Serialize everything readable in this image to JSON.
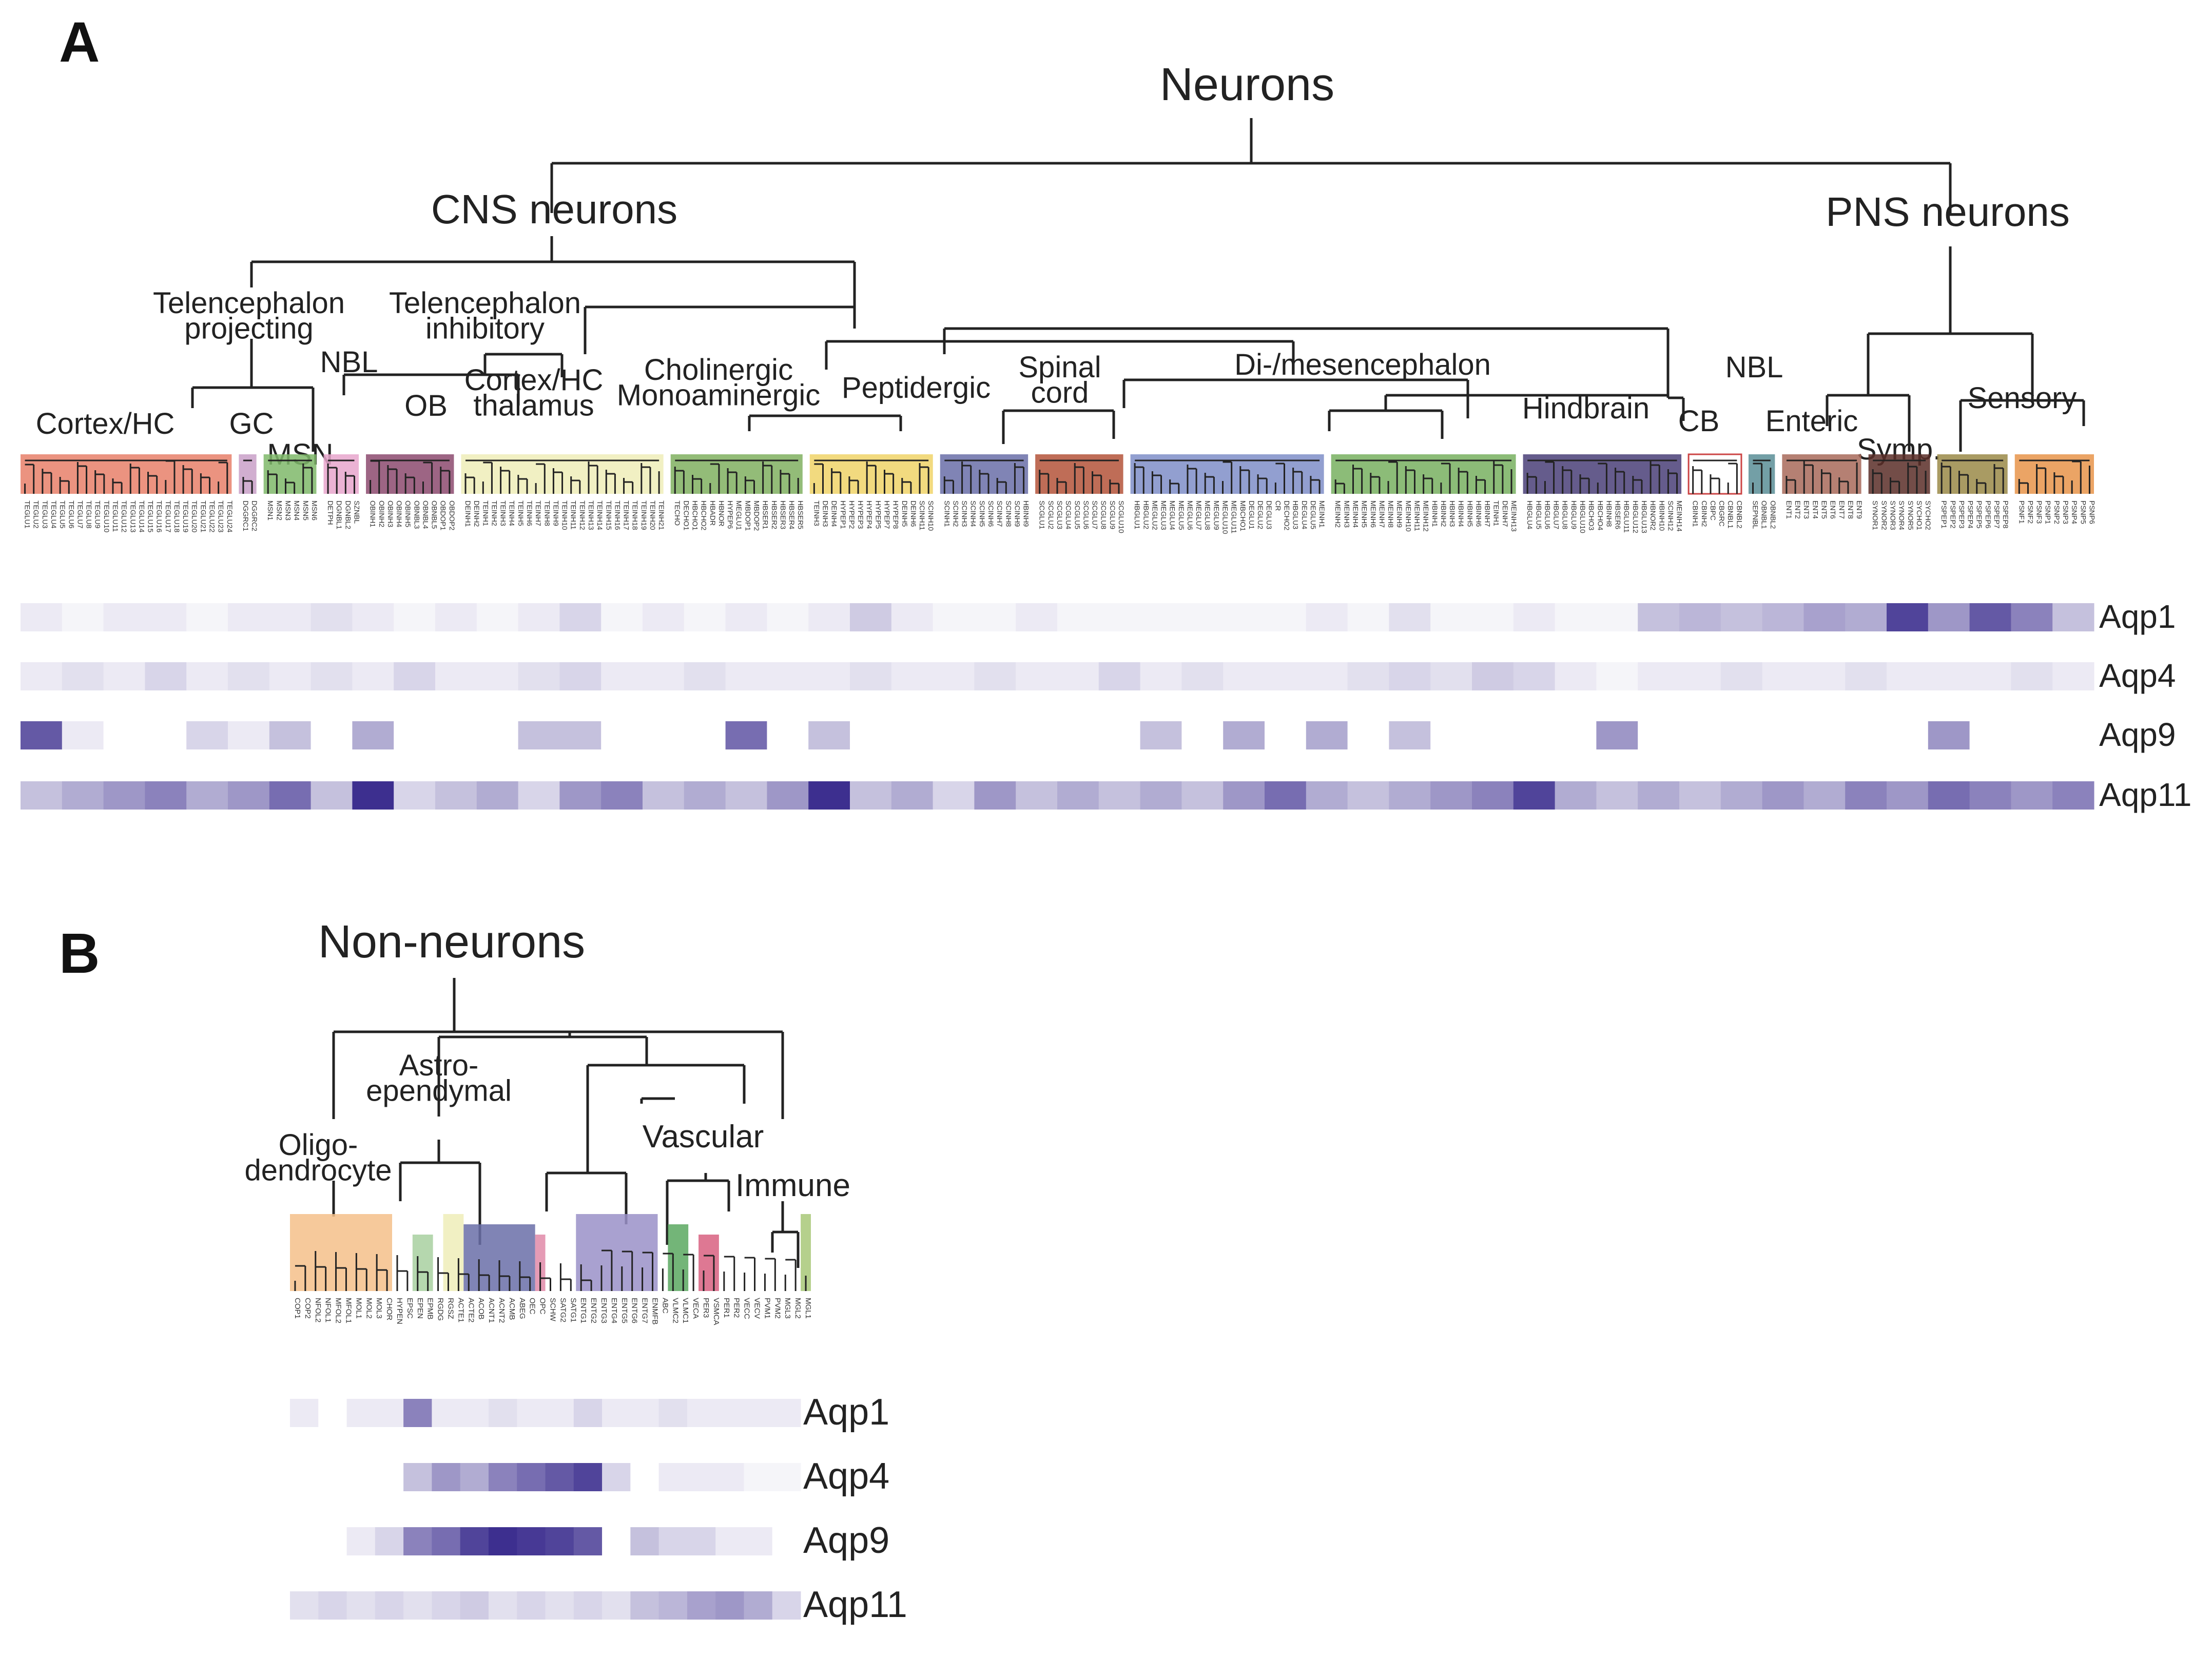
{
  "panels": {
    "a": "A",
    "b": "B"
  },
  "neurons": {
    "root": "Neurons",
    "cns": "CNS neurons",
    "pns": "PNS neurons",
    "groups": [
      {
        "key": "tel_proj",
        "label": "Telencephalon\nprojecting"
      },
      {
        "key": "tel_inh",
        "label": "Telencephalon\ninhibitory"
      },
      {
        "key": "nbl1",
        "label": "NBL"
      },
      {
        "key": "cortex_hc",
        "label": "Cortex/HC"
      },
      {
        "key": "gc",
        "label": "GC"
      },
      {
        "key": "msn",
        "label": "MSN"
      },
      {
        "key": "ob",
        "label": "OB"
      },
      {
        "key": "cortex_thal",
        "label": "Cortex/HC\nthalamus"
      },
      {
        "key": "chol",
        "label": "Cholinergic\nMonoaminergic"
      },
      {
        "key": "pept",
        "label": "Peptidergic"
      },
      {
        "key": "spinal",
        "label": "Spinal\ncord"
      },
      {
        "key": "dimes",
        "label": "Di-/mesencephalon"
      },
      {
        "key": "hind",
        "label": "Hindbrain"
      },
      {
        "key": "cb",
        "label": "CB"
      },
      {
        "key": "nbl2",
        "label": "NBL"
      },
      {
        "key": "enteric",
        "label": "Enteric"
      },
      {
        "key": "symp",
        "label": "Symp."
      },
      {
        "key": "sensory",
        "label": "Sensory"
      }
    ],
    "clusters": [
      {
        "key": "cortex_hc",
        "color": "#e8806a",
        "leaves": [
          "TEGLU1",
          "TEGLU2",
          "TEGLU3",
          "TEGLU4",
          "TEGLU5",
          "TEGLU6",
          "TEGLU7",
          "TEGLU8",
          "TEGLU9",
          "TEGLU10",
          "TEGLU11",
          "TEGLU12",
          "TEGLU13",
          "TEGLU14",
          "TEGLU15",
          "TEGLU16",
          "TEGLU17",
          "TEGLU18",
          "TEGLU19",
          "TEGLU20",
          "TEGLU21",
          "TEGLU22",
          "TEGLU23",
          "TEGLU24"
        ]
      },
      {
        "key": "gc",
        "color": "#c9a0c8",
        "leaves": [
          "DGGRC1",
          "DGGRC2"
        ]
      },
      {
        "key": "msn",
        "color": "#7fb86a",
        "leaves": [
          "MSN1",
          "MSN2",
          "MSN3",
          "MSN4",
          "MSN5",
          "MSN6"
        ]
      },
      {
        "key": "nbl1",
        "color": "#e8a6cc",
        "leaves": [
          "DETPH",
          "DGNBL1",
          "DGNBL2",
          "SZNBL"
        ]
      },
      {
        "key": "ob",
        "color": "#8c4a6e",
        "leaves": [
          "OBINH1",
          "OBINH2",
          "OBINH3",
          "OBINH4",
          "OBINH5",
          "OBNBL3",
          "OBNBL4",
          "OBNBL5",
          "OBDOP1",
          "OBDOP2"
        ]
      },
      {
        "key": "cortex_thal",
        "color": "#eeedb8",
        "leaves": [
          "DEINH1",
          "DEINH2",
          "TEINH1",
          "TEINH2",
          "TEINH3",
          "TEINH4",
          "TEINH5",
          "TEINH6",
          "TEINH7",
          "TEINH8",
          "TEINH9",
          "TEINH10",
          "TEINH11",
          "TEINH12",
          "TEINH13",
          "TEINH14",
          "TEINH15",
          "TEINH16",
          "TEINH17",
          "TEINH18",
          "TEINH19",
          "TEINH20",
          "TEINH21"
        ]
      },
      {
        "key": "chol",
        "color": "#80b060",
        "leaves": [
          "TECHO",
          "DECHO1",
          "HBCHO1",
          "HBCHO2",
          "HBADR",
          "HBNOR",
          "HYPEP6",
          "MEGLU1",
          "MBDOP1",
          "MBDOP2",
          "HBSER1",
          "HBSER2",
          "HBSER3",
          "HBSER4",
          "HBSER5"
        ]
      },
      {
        "key": "pept",
        "color": "#f0d468",
        "leaves": [
          "TEINH3",
          "DEINH3",
          "DEINH4",
          "HYPEP1",
          "HYPEP2",
          "HYPEP3",
          "HYPEP4",
          "HYPEP5",
          "HYPEP7",
          "HYPEP8",
          "DEINH5",
          "DEINH6",
          "SCINH11",
          "SCINH10"
        ]
      },
      {
        "key": "spinal1",
        "color": "#6a6ea8",
        "leaves": [
          "SCINH1",
          "SCINH2",
          "SCINH3",
          "SCINH4",
          "SCINH5",
          "SCINH6",
          "SCINH7",
          "SCINH8",
          "SCINH9",
          "HBINH9"
        ]
      },
      {
        "key": "spinal2",
        "color": "#b4543a",
        "leaves": [
          "SCGLU1",
          "SCGLU2",
          "SCGLU3",
          "SCGLU4",
          "SCGLU5",
          "SCGLU6",
          "SCGLU7",
          "SCGLU8",
          "SCGLU9",
          "SCGLU10"
        ]
      },
      {
        "key": "dimes1",
        "color": "#7f8ec8",
        "leaves": [
          "HBGLU1",
          "HBGLU2",
          "MEGLU2",
          "MEGLU3",
          "MEGLU4",
          "MEGLU5",
          "MEGLU6",
          "MEGLU7",
          "MEGLU8",
          "MEGLU9",
          "MEGLU10",
          "MEGLU11",
          "MBCHO1",
          "DEGLU1",
          "DEGLU2",
          "DEGLU3",
          "CR",
          "DECHO2",
          "HBGLU3",
          "DEGLU4",
          "DEGLU5",
          "MEINH1"
        ]
      },
      {
        "key": "dimes2",
        "color": "#78b060",
        "leaves": [
          "MEINH2",
          "MEINH3",
          "MEINH4",
          "MEINH5",
          "MEINH6",
          "MEINH7",
          "MEINH8",
          "MEINH9",
          "MEINH10",
          "MEINH11",
          "MEINH12",
          "HBINH1",
          "HBINH2",
          "HBINH3",
          "HBINH4",
          "HBINH5",
          "HBINH6",
          "HBINH7",
          "TEINH1",
          "DEINH7",
          "MEINH13"
        ]
      },
      {
        "key": "hind",
        "color": "#4a3f78",
        "leaves": [
          "HBGLU4",
          "HBGLU5",
          "HBGLU6",
          "HBGLU7",
          "HBGLU8",
          "HBGLU9",
          "HBGLU10",
          "HBCHO3",
          "HBCHO4",
          "HBINH8",
          "HBSER6",
          "HBGLU11",
          "HBGLU12",
          "HBGLU13",
          "HBNOR2",
          "HBINH10",
          "SCINH12",
          "MEINH14"
        ]
      },
      {
        "key": "cb",
        "color": "#ffffff",
        "leaves": [
          "CBINH1",
          "CBINH2",
          "CBPC",
          "CBGRC",
          "CBNBL1",
          "CBNBL2"
        ]
      },
      {
        "key": "nbl2",
        "color": "#5a8e96",
        "leaves": [
          "SEPNBL",
          "OBNBL1",
          "OBNBL2"
        ]
      },
      {
        "key": "enteric",
        "color": "#a86a5a",
        "leaves": [
          "ENT1",
          "ENT2",
          "ENT3",
          "ENT4",
          "ENT5",
          "ENT6",
          "ENT7",
          "ENT8",
          "ENT9"
        ]
      },
      {
        "key": "symp",
        "color": "#5a2e28",
        "leaves": [
          "SYNOR1",
          "SYNOR2",
          "SYNOR3",
          "SYNOR4",
          "SYNOR5",
          "SYCHO1",
          "SYCHO2"
        ]
      },
      {
        "key": "sensory1",
        "color": "#9a8a48",
        "leaves": [
          "PSPEP1",
          "PSPEP2",
          "PSPEP3",
          "PSPEP4",
          "PSPEP5",
          "PSPEP6",
          "PSPEP7",
          "PSPEP8"
        ]
      },
      {
        "key": "sensory2",
        "color": "#e8944a",
        "leaves": [
          "PSNF1",
          "PSNF2",
          "PSNF3",
          "PSNP1",
          "PSNP2",
          "PSNP3",
          "PSNP4",
          "PSNP5",
          "PSNP6"
        ]
      }
    ],
    "genes": [
      "Aqp1",
      "Aqp4",
      "Aqp9",
      "Aqp11"
    ],
    "heatmap_color": "#3d2f8f"
  },
  "nonneurons": {
    "root": "Non-neurons",
    "groups": [
      {
        "key": "oligo",
        "label": "Oligo-\ndendrocyte"
      },
      {
        "key": "astro",
        "label": "Astro-\nependymal"
      },
      {
        "key": "vascular",
        "label": "Vascular"
      },
      {
        "key": "immune",
        "label": "Immune"
      }
    ],
    "leaves": [
      "COP1",
      "COP2",
      "NFOL2",
      "NFOL1",
      "MFOL2",
      "MFOL1",
      "MOL1",
      "MOL2",
      "MOL3",
      "CHOR",
      "HYPEN",
      "EPSC",
      "EPEN",
      "EPMB",
      "RGDG",
      "RGSZ",
      "ACTE1",
      "ACTE2",
      "ACOB",
      "ACNT1",
      "ACNT2",
      "ACMB",
      "ABEG",
      "OEC",
      "OPC",
      "SCHW",
      "SATG2",
      "SATG1",
      "ENTG1",
      "ENTG2",
      "ENTG3",
      "ENTG4",
      "ENTG5",
      "ENTG6",
      "ENTG7",
      "ENMFB",
      "ABC",
      "VLMC2",
      "VLMC1",
      "VECA",
      "PER3",
      "VSMCA",
      "PER1",
      "PER2",
      "VECC",
      "VECV",
      "PVM1",
      "PVM2",
      "MGL3",
      "MGL2",
      "MGL1"
    ],
    "genes": [
      "Aqp1",
      "Aqp4",
      "Aqp9",
      "Aqp11"
    ]
  },
  "chart_data": {
    "type": "heatmap",
    "panels": [
      {
        "panel": "A",
        "rows": [
          "Aqp1",
          "Aqp4",
          "Aqp9",
          "Aqp11"
        ],
        "note_values": "relative expression per cluster column, 0 to 1",
        "values": {
          "Aqp1": [
            0.1,
            0.05,
            0.1,
            0.1,
            0.05,
            0.1,
            0.1,
            0.15,
            0.1,
            0.05,
            0.1,
            0.05,
            0.1,
            0.2,
            0.05,
            0.1,
            0.05,
            0.1,
            0.05,
            0.1,
            0.25,
            0.1,
            0.05,
            0.05,
            0.1,
            0.05,
            0.05,
            0.05,
            0.05,
            0.05,
            0.05,
            0.1,
            0.05,
            0.15,
            0.05,
            0.05,
            0.1,
            0.05,
            0.05,
            0.3,
            0.35,
            0.3,
            0.35,
            0.45,
            0.4,
            0.9,
            0.5,
            0.8,
            0.6,
            0.3
          ],
          "Aqp4": [
            0.1,
            0.15,
            0.1,
            0.2,
            0.1,
            0.15,
            0.1,
            0.15,
            0.1,
            0.2,
            0.1,
            0.1,
            0.15,
            0.2,
            0.1,
            0.1,
            0.15,
            0.1,
            0.1,
            0.1,
            0.15,
            0.1,
            0.1,
            0.15,
            0.1,
            0.1,
            0.2,
            0.1,
            0.15,
            0.1,
            0.1,
            0.1,
            0.15,
            0.2,
            0.15,
            0.25,
            0.2,
            0.1,
            0.05,
            0.1,
            0.1,
            0.15,
            0.1,
            0.1,
            0.15,
            0.1,
            0.1,
            0.1,
            0.15,
            0.1
          ],
          "Aqp9": [
            0.8,
            0.1,
            0,
            0,
            0.2,
            0.1,
            0.3,
            0,
            0.4,
            0,
            0,
            0,
            0.3,
            0.3,
            0,
            0,
            0,
            0.7,
            0,
            0.3,
            0,
            0,
            0,
            0,
            0,
            0,
            0,
            0.3,
            0,
            0.4,
            0,
            0.4,
            0,
            0.3,
            0,
            0,
            0,
            0,
            0.5,
            0,
            0,
            0,
            0,
            0,
            0,
            0,
            0.5,
            0,
            0,
            0
          ],
          "Aqp11": [
            0.3,
            0.4,
            0.5,
            0.6,
            0.4,
            0.5,
            0.7,
            0.3,
            1.0,
            0.2,
            0.3,
            0.4,
            0.2,
            0.5,
            0.6,
            0.3,
            0.4,
            0.3,
            0.5,
            1.0,
            0.3,
            0.4,
            0.2,
            0.5,
            0.3,
            0.4,
            0.3,
            0.4,
            0.3,
            0.5,
            0.7,
            0.4,
            0.3,
            0.4,
            0.5,
            0.6,
            0.9,
            0.4,
            0.3,
            0.4,
            0.3,
            0.4,
            0.5,
            0.4,
            0.6,
            0.5,
            0.7,
            0.6,
            0.5,
            0.6
          ]
        }
      },
      {
        "panel": "B",
        "rows": [
          "Aqp1",
          "Aqp4",
          "Aqp9",
          "Aqp11"
        ],
        "note_values": "relative expression per cluster column, 0 to 1",
        "values": {
          "Aqp1": [
            0.1,
            0,
            0.1,
            0.1,
            0.6,
            0.1,
            0.1,
            0.15,
            0.1,
            0.1,
            0.2,
            0.1,
            0.1,
            0.15,
            0.1,
            0.1,
            0.1,
            0.1
          ],
          "Aqp4": [
            0,
            0,
            0,
            0,
            0.3,
            0.5,
            0.4,
            0.6,
            0.7,
            0.8,
            0.9,
            0.2,
            0,
            0.1,
            0.1,
            0.1,
            0.05,
            0.05
          ],
          "Aqp9": [
            0,
            0,
            0.1,
            0.2,
            0.6,
            0.7,
            0.9,
            1.0,
            0.95,
            0.9,
            0.8,
            0,
            0.3,
            0.2,
            0.2,
            0.1,
            0.1,
            0
          ],
          "Aqp11": [
            0.15,
            0.2,
            0.15,
            0.2,
            0.15,
            0.2,
            0.25,
            0.15,
            0.2,
            0.15,
            0.2,
            0.15,
            0.3,
            0.35,
            0.45,
            0.5,
            0.4,
            0.2
          ]
        }
      }
    ]
  }
}
